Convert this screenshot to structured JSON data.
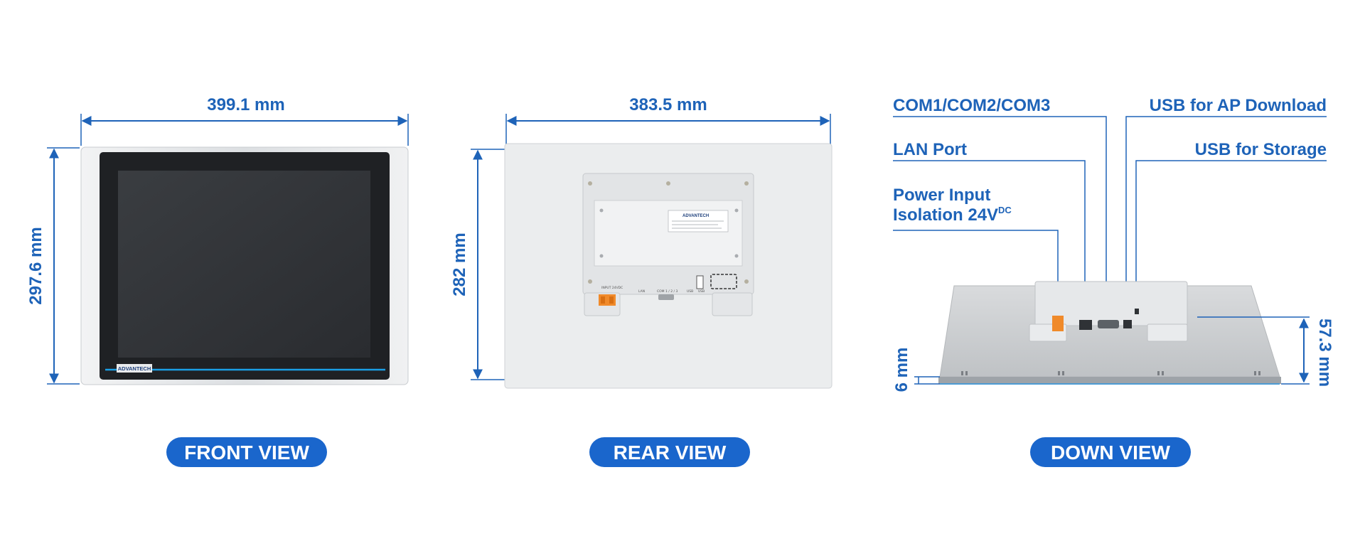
{
  "colors": {
    "accent": "#1e63b8",
    "pill": "#1a66cc",
    "bezel": "#e6e8ea",
    "screen": "#2c2f33",
    "panel": "#eceeef",
    "edge_glow": "#1aa0e6"
  },
  "front": {
    "width_label": "399.1 mm",
    "height_label": "297.6 mm",
    "brand": "ADVANTECH",
    "view_label": "FRONT VIEW"
  },
  "rear": {
    "width_label": "383.5 mm",
    "height_label": "282 mm",
    "brand": "ADVANTECH",
    "view_label": "REAR VIEW",
    "port_labels": [
      "INPUT 24VDC",
      "LAN",
      "COM 1 / 2 / 3",
      "USB",
      "USB"
    ]
  },
  "down": {
    "callouts": {
      "com": "COM1/COM2/COM3",
      "lan": "LAN Port",
      "power_line1": "Power Input",
      "power_line2": "Isolation 24V",
      "power_sup": "DC",
      "usb_ap": "USB for AP Download",
      "usb_storage": "USB for Storage"
    },
    "depth_label": "57.3 mm",
    "bezel_label": "6 mm",
    "view_label": "DOWN VIEW"
  }
}
